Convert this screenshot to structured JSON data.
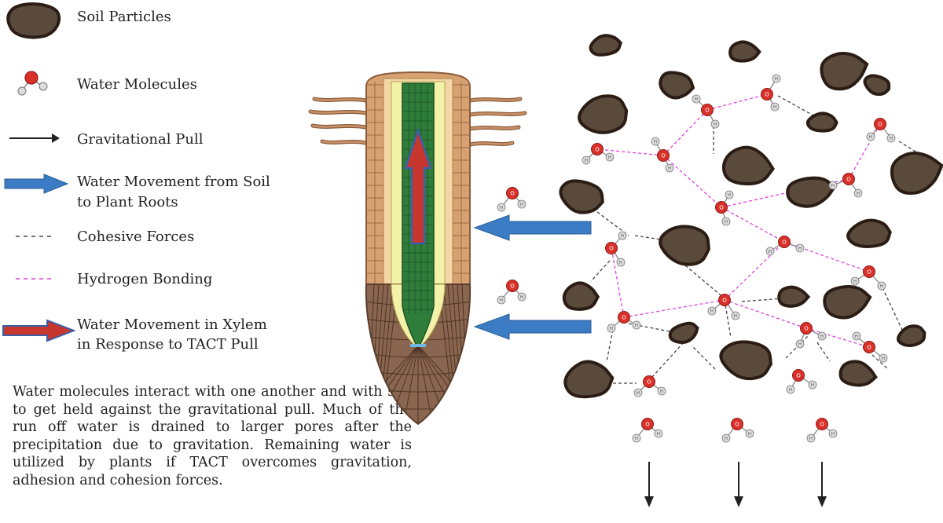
{
  "legend": {
    "soil_particles": "Soil Particles",
    "water_molecules": "Water Molecules",
    "gravitational_pull": "Gravitational Pull",
    "water_movement_soil_line1": "Water Movement from Soil",
    "water_movement_soil_line2": "to Plant Roots",
    "cohesive_forces": "Cohesive Forces",
    "hydrogen_bonding": "Hydrogen Bonding",
    "water_movement_xylem_line1": "Water Movement in Xylem",
    "water_movement_xylem_line2": "in Response to TACT Pull"
  },
  "caption": "Water molecules interact with one another and with soil to get held against the gravitational pull. Much of the run off water is drained to larger pores after the precipitation due to gravitation. Remaining water is utilized by plants if TACT overcomes gravitation, adhesion and cohesion forces.",
  "molecule_labels": {
    "oxygen": "O",
    "hydrogen": "H"
  },
  "colors": {
    "soil_fill": "#5a4a3c",
    "soil_outline": "#2b1d14",
    "oxygen": "#d9312a",
    "hydrogen": "#dcdcdc",
    "blue_arrow": "#3b7cc4",
    "red_arrow": "#c8372d",
    "hydrogen_bond": "#e040e0",
    "cohesive": "#444444",
    "xylem": "#2f7d3a",
    "root_cortex": "#d8a172",
    "root_cap": "#7d5a44"
  },
  "icons": [
    "soil-particle-icon",
    "water-molecule-icon",
    "black-arrow-icon",
    "blue-arrow-icon",
    "dashed-line-icon",
    "pink-dashed-line-icon",
    "red-arrow-icon"
  ]
}
